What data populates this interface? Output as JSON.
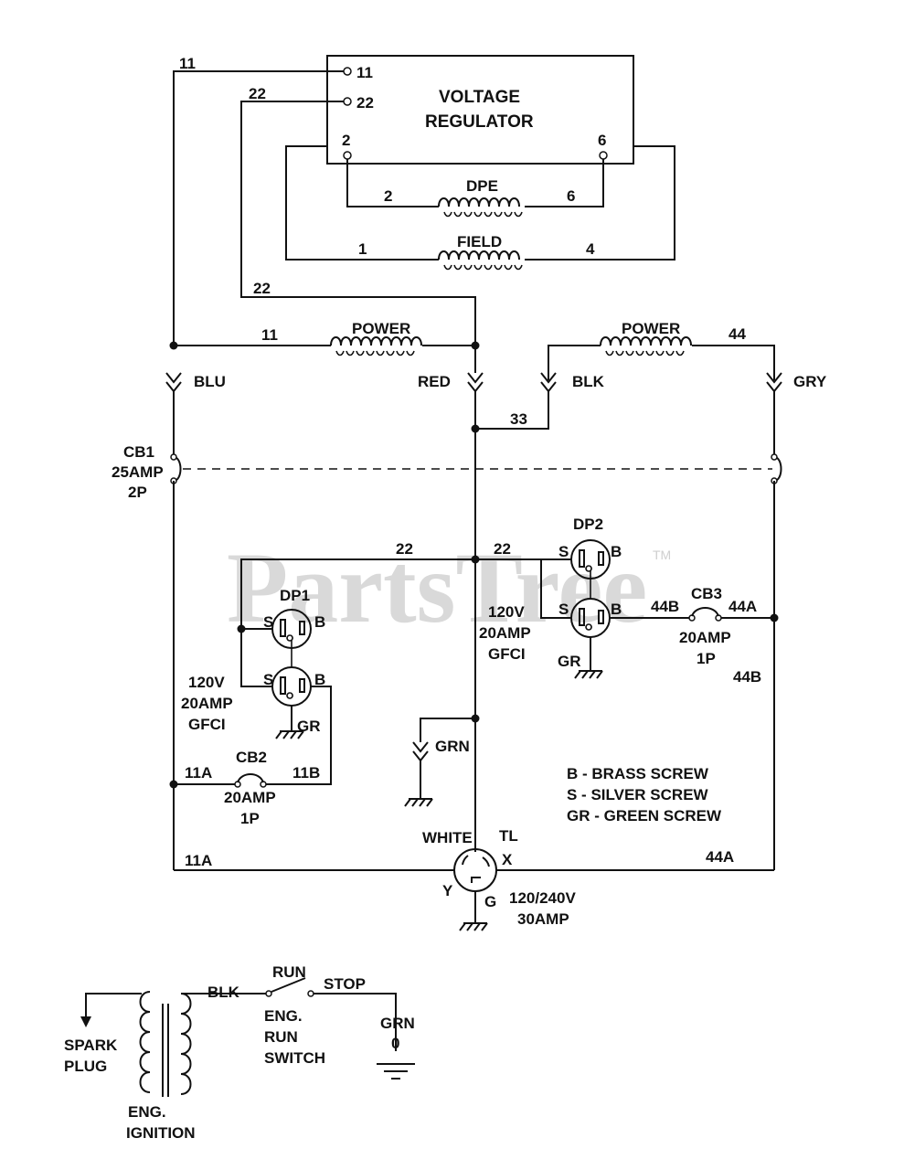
{
  "regulator": {
    "title_line1": "VOLTAGE",
    "title_line2": "REGULATOR",
    "term_11": "11",
    "term_22": "22",
    "term_2": "2",
    "term_6": "6"
  },
  "wires": {
    "w11_top": "11",
    "w22_top": "22",
    "dpe_2": "2",
    "dpe_6": "6",
    "field_1": "1",
    "field_4": "4",
    "w22_mid": "22",
    "w11_power": "11",
    "w44": "44",
    "w33": "33",
    "w22_dp1": "22",
    "w22_dp2": "22",
    "w44b": "44B",
    "w44a": "44A",
    "w44b_lower": "44B",
    "w11a": "11A",
    "w11b": "11B",
    "w11a_bottom": "11A",
    "w44a_bottom": "44A"
  },
  "coils": {
    "dpe": "DPE",
    "field": "FIELD",
    "power1": "POWER",
    "power2": "POWER"
  },
  "leads": {
    "blu": "BLU",
    "red": "RED",
    "blk": "BLK",
    "gry": "GRY",
    "grn": "GRN"
  },
  "breakers": {
    "cb1_name": "CB1",
    "cb1_rating": "25AMP",
    "cb1_poles": "2P",
    "cb2_name": "CB2",
    "cb2_rating": "20AMP",
    "cb2_poles": "1P",
    "cb3_name": "CB3",
    "cb3_rating": "20AMP",
    "cb3_poles": "1P"
  },
  "receptacles": {
    "dp1_name": "DP1",
    "dp2_name": "DP2",
    "dp1_volt": "120V",
    "dp1_amp": "20AMP",
    "dp1_type": "GFCI",
    "dp2_volt": "120V",
    "dp2_amp": "20AMP",
    "dp2_type": "GFCI",
    "s": "S",
    "b": "B",
    "gr": "GR"
  },
  "legend": {
    "brass": "B - BRASS SCREW",
    "silver": "S - SILVER SCREW",
    "green": "GR - GREEN SCREW"
  },
  "twistlock": {
    "white": "WHITE",
    "tl": "TL",
    "x": "X",
    "y": "Y",
    "g": "G",
    "volt": "120/240V",
    "amp": "30AMP"
  },
  "ignition": {
    "blk": "BLK",
    "run": "RUN",
    "stop": "STOP",
    "switch_line1": "ENG.",
    "switch_line2": "RUN",
    "switch_line3": "SWITCH",
    "grn": "GRN",
    "grn_zero": "0",
    "spark_line1": "SPARK",
    "spark_line2": "PLUG",
    "ign_line1": "ENG.",
    "ign_line2": "IGNITION"
  },
  "watermark": {
    "text": "PartsTree",
    "tm": "TM"
  }
}
